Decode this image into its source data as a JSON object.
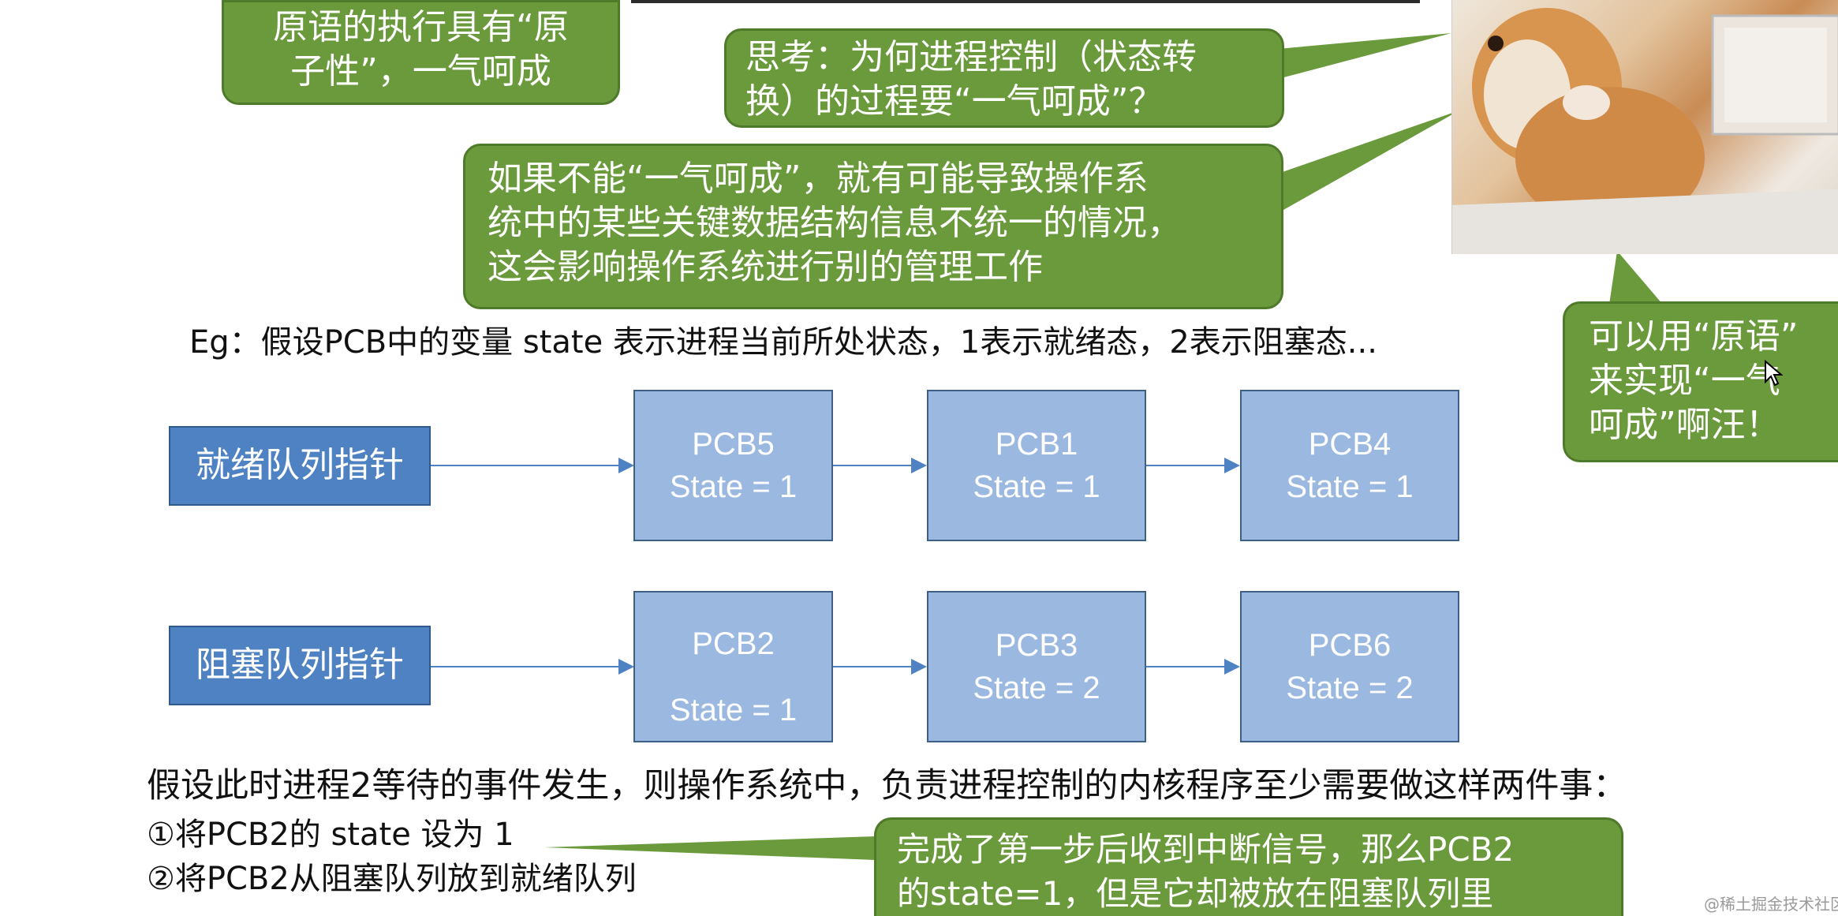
{
  "bubbles": {
    "atomic": [
      "原语的执行具有“原",
      "子性”，一气呵成"
    ],
    "think": [
      "思考：为何进程控制（状态转",
      "换）的过程要“一气呵成”？"
    ],
    "answer": [
      "如果不能“一气呵成”，就有可能导致操作系",
      "统中的某些关键数据结构信息不统一的情况，",
      "这会影响操作系统进行别的管理工作"
    ],
    "dog": [
      "可以用“原语”",
      "来实现“一气",
      "呵成”啊汪！"
    ],
    "interrupt": [
      "完成了第一步后收到中断信号，那么PCB2",
      "的state=1，但是它却被放在阻塞队列里"
    ]
  },
  "example_line": "Eg：假设PCB中的变量 state 表示进程当前所处状态，1表示就绪态，2表示阻塞态...",
  "queues": {
    "ready": {
      "pointer_label": "就绪队列指针",
      "pcbs": [
        {
          "name": "PCB5",
          "state": "State = 1"
        },
        {
          "name": "PCB1",
          "state": "State = 1"
        },
        {
          "name": "PCB4",
          "state": "State = 1"
        }
      ]
    },
    "blocked": {
      "pointer_label": "阻塞队列指针",
      "pcbs": [
        {
          "name": "PCB2",
          "state": "State = 1"
        },
        {
          "name": "PCB3",
          "state": "State = 2"
        },
        {
          "name": "PCB6",
          "state": "State = 2"
        }
      ]
    }
  },
  "bottom": {
    "assume": "假设此时进程2等待的事件发生，则操作系统中，负责进程控制的内核程序至少需要做这样两件事：",
    "step1": "①将PCB2的 state 设为 1",
    "step2": "②将PCB2从阻塞队列放到就绪队列"
  },
  "watermark": "@稀土掘金技术社区",
  "colors": {
    "bubble": "#6a9a3c",
    "pcb_box": "#9bb9e0",
    "pointer_box": "#4f82c2",
    "arrow": "#4f82c2"
  }
}
